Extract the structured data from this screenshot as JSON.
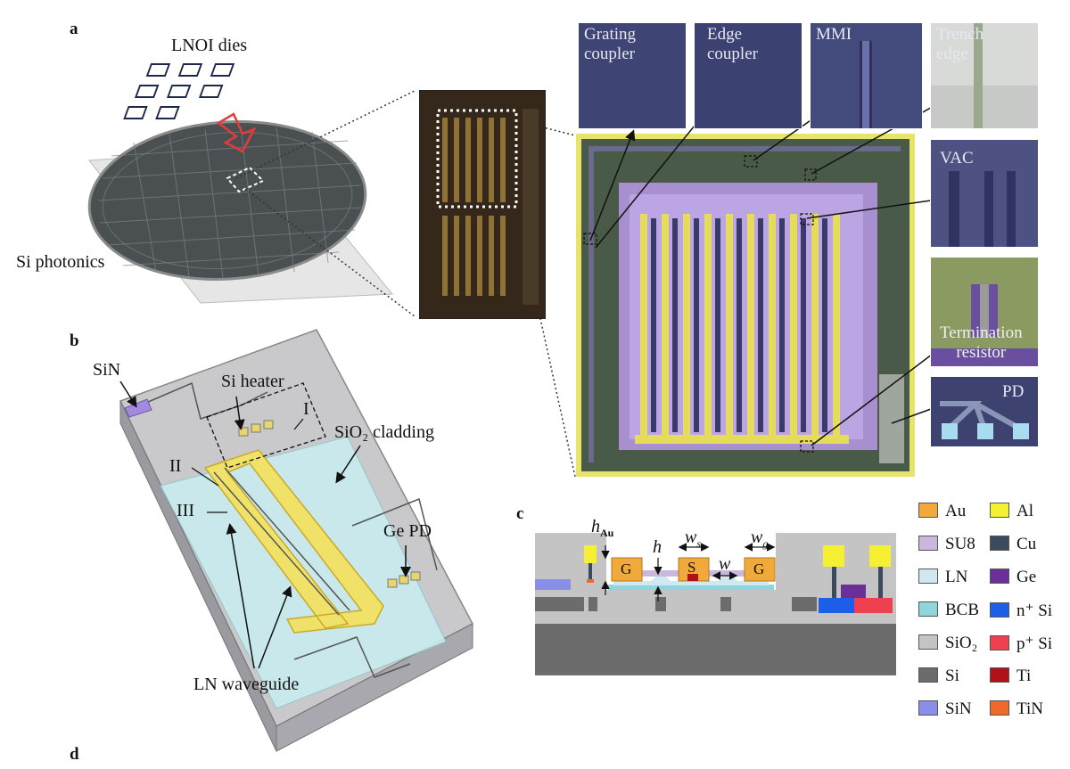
{
  "panels": {
    "a": "a",
    "b": "b",
    "c": "c",
    "d": "d"
  },
  "panel_a": {
    "lnoi_dies": "LNOI dies",
    "si_photonics": "Si photonics",
    "tiles": {
      "grating_coupler": "Grating\ncoupler",
      "edge_coupler": "Edge\ncoupler",
      "mmi": "MMI",
      "trench_edge": "Trench\nedge",
      "vac": "VAC",
      "termination_resistor": "Termination\nresistor",
      "pd": "PD"
    }
  },
  "panel_b": {
    "sin": "SiN",
    "si_heater": "Si heater",
    "region_i": "I",
    "region_ii": "II",
    "region_iii": "III",
    "sio2_cladding": "SiO₂ cladding",
    "ge_pd": "Ge PD",
    "ln_waveguide": "LN waveguide"
  },
  "panel_c": {
    "h_au": "h",
    "h_au_sub": "Au",
    "h": "h",
    "ws": "w",
    "ws_sub": "s",
    "wg": "w",
    "wg_sub": "g",
    "w": "w",
    "g_left": "G",
    "s_center": "S",
    "g_right": "G"
  },
  "legend": [
    {
      "label": "Au",
      "color": "#f2a93b"
    },
    {
      "label": "Al",
      "color": "#f5f032"
    },
    {
      "label": "SU8",
      "color": "#c9b8dc"
    },
    {
      "label": "Cu",
      "color": "#3b4a5c"
    },
    {
      "label": "LN",
      "color": "#cfe8f2"
    },
    {
      "label": "Ge",
      "color": "#6b2f9a"
    },
    {
      "label": "BCB",
      "color": "#8fd6dc"
    },
    {
      "label": "n⁺ Si",
      "color": "#1d5ee8"
    },
    {
      "label": "SiO₂",
      "color": "#c4c4c4"
    },
    {
      "label": "p⁺ Si",
      "color": "#ef4050"
    },
    {
      "label": "Si",
      "color": "#6c6c6c"
    },
    {
      "label": "Ti",
      "color": "#b01218"
    },
    {
      "label": "SiN",
      "color": "#8a8ee8"
    },
    {
      "label": "TiN",
      "color": "#ef6a2a"
    }
  ]
}
